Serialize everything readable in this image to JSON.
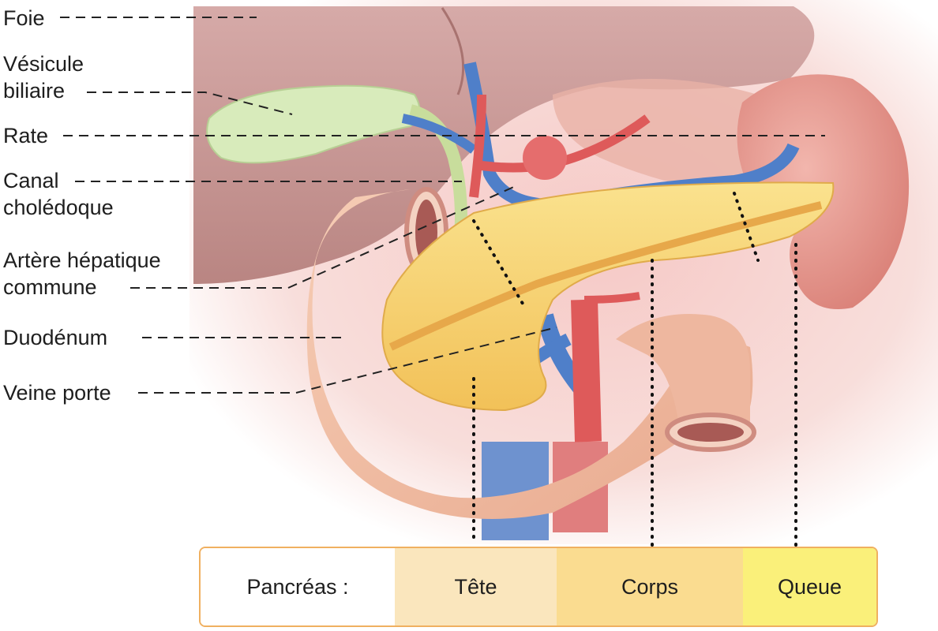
{
  "labels": {
    "foie": "Foie",
    "vesicule_line1": "Vésicule",
    "vesicule_line2": "biliaire",
    "rate": "Rate",
    "canal_line1": "Canal",
    "canal_line2": "cholédoque",
    "artere_line1": "Artère hépatique",
    "artere_line2": "commune",
    "duodenum": "Duodénum",
    "veine_porte": "Veine porte"
  },
  "legend": {
    "title": "Pancréas :",
    "parts": [
      {
        "label": "Tête",
        "color": "#fae6bd"
      },
      {
        "label": "Corps",
        "color": "#fadc90"
      },
      {
        "label": "Queue",
        "color": "#faf07a"
      }
    ]
  },
  "colors": {
    "liver": "#c89a98",
    "gallbladder": "#d8ebbb",
    "spleen": "#e39b92",
    "duodenum": "#f2c0a5",
    "pancreas": "#f6d36e",
    "vein": "#4f7fc9",
    "artery": "#de5a5a",
    "leader": "#222222",
    "legend_border": "#f0b060"
  }
}
